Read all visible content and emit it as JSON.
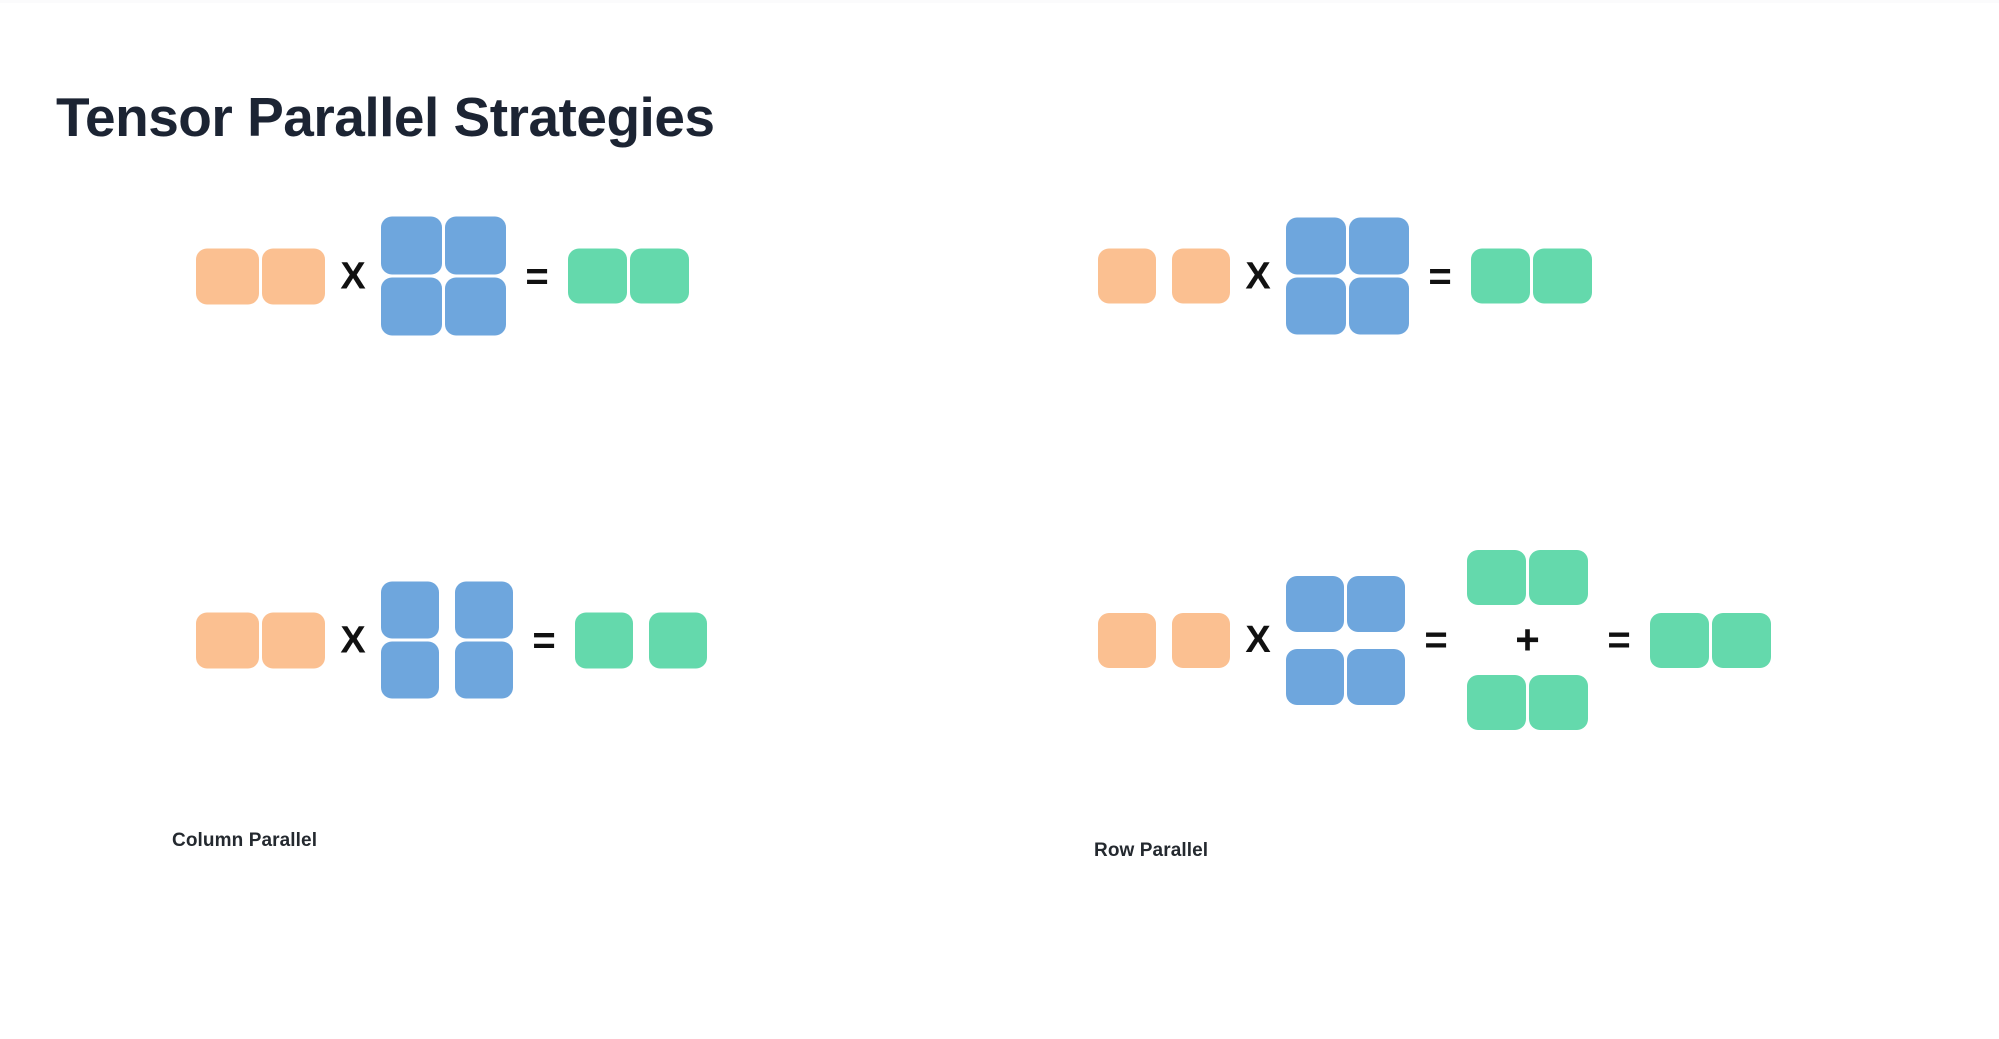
{
  "page": {
    "title": "Tensor Parallel Strategies",
    "background": "#ffffff"
  },
  "colors": {
    "title_text": "#1c2433",
    "label_text": "#24292f",
    "operator": "#111111",
    "input_orange": "#fbc091",
    "weight_blue": "#6ea6dd",
    "output_green": "#64d9ac"
  },
  "operators": {
    "multiply": "X",
    "equals": "=",
    "plus": "+"
  },
  "panels": [
    {
      "id": "column-parallel",
      "label": "Column Parallel",
      "rows": [
        {
          "id": "column-parallel-unsharded",
          "description": "input 1x2 times full 2x2 weight equals 1x2 output",
          "terms": [
            {
              "kind": "matrix",
              "color": "input_orange",
              "rows": 1,
              "cols": 2,
              "split": "none"
            },
            {
              "kind": "operator",
              "symbol": "X"
            },
            {
              "kind": "matrix",
              "color": "weight_blue",
              "rows": 2,
              "cols": 2,
              "split": "none"
            },
            {
              "kind": "operator",
              "symbol": "="
            },
            {
              "kind": "matrix",
              "color": "output_green",
              "rows": 1,
              "cols": 2,
              "split": "none"
            }
          ]
        },
        {
          "id": "column-parallel-sharded",
          "description": "input 1x2 times column-split 2x2 weight equals column-split 1x2 output",
          "terms": [
            {
              "kind": "matrix",
              "color": "input_orange",
              "rows": 1,
              "cols": 2,
              "split": "none"
            },
            {
              "kind": "operator",
              "symbol": "X"
            },
            {
              "kind": "matrix",
              "color": "weight_blue",
              "rows": 2,
              "cols": 2,
              "split": "columns"
            },
            {
              "kind": "operator",
              "symbol": "="
            },
            {
              "kind": "matrix",
              "color": "output_green",
              "rows": 1,
              "cols": 2,
              "split": "columns"
            }
          ]
        }
      ]
    },
    {
      "id": "row-parallel",
      "label": "Row Parallel",
      "rows": [
        {
          "id": "row-parallel-unsharded",
          "description": "column-split input 1x2 times full 2x2 weight equals 1x2 output",
          "terms": [
            {
              "kind": "matrix",
              "color": "input_orange",
              "rows": 1,
              "cols": 2,
              "split": "columns"
            },
            {
              "kind": "operator",
              "symbol": "X"
            },
            {
              "kind": "matrix",
              "color": "weight_blue",
              "rows": 2,
              "cols": 2,
              "split": "none"
            },
            {
              "kind": "operator",
              "symbol": "="
            },
            {
              "kind": "matrix",
              "color": "output_green",
              "rows": 1,
              "cols": 2,
              "split": "none"
            }
          ]
        },
        {
          "id": "row-parallel-sharded",
          "description": "column-split input times row-split weight equals two partial outputs summed to final output",
          "terms": [
            {
              "kind": "matrix",
              "color": "input_orange",
              "rows": 1,
              "cols": 2,
              "split": "columns"
            },
            {
              "kind": "operator",
              "symbol": "X"
            },
            {
              "kind": "matrix",
              "color": "weight_blue",
              "rows": 2,
              "cols": 2,
              "split": "rows"
            },
            {
              "kind": "operator",
              "symbol": "="
            },
            {
              "kind": "partial-sum",
              "color": "output_green",
              "parts": 2,
              "rows": 1,
              "cols": 2,
              "symbol": "+"
            },
            {
              "kind": "operator",
              "symbol": "="
            },
            {
              "kind": "matrix",
              "color": "output_green",
              "rows": 1,
              "cols": 2,
              "split": "none"
            }
          ]
        }
      ]
    }
  ]
}
